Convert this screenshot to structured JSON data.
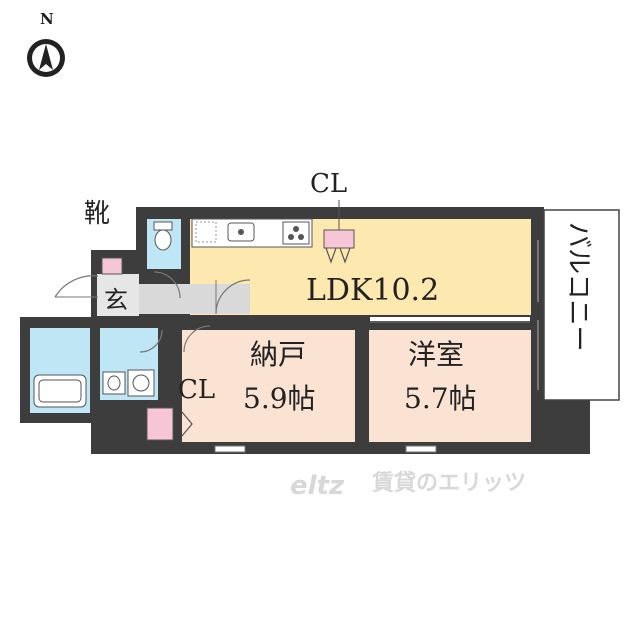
{
  "compass": {
    "label": "N",
    "icon": "north-arrow-icon"
  },
  "rooms": {
    "ldk": "LDK10.2",
    "storage_name": "納戸",
    "storage_size": "5.9帖",
    "western_name": "洋室",
    "western_size": "5.7帖",
    "balcony": "バルコニー",
    "entrance": "玄",
    "shoes": "靴",
    "closet_top": "CL",
    "closet_left": "CL"
  },
  "watermark": {
    "logo": "eltz",
    "text": "賃貸のエリッツ"
  },
  "colors": {
    "wall": "#3d3d3d",
    "ldk_floor": "#fde9b0",
    "room_floor": "#fbe3d4",
    "wet_area": "#bfe6f5",
    "hall": "#d9d9d9",
    "closet_mark": "#f6c6d6"
  }
}
